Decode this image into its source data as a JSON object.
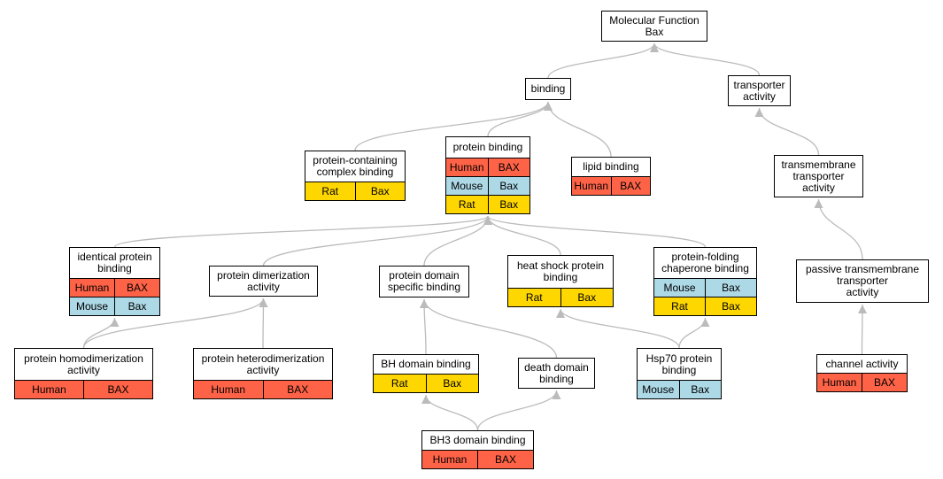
{
  "colors": {
    "human": "#FF6347",
    "mouse": "#ADD8E6",
    "rat": "#FFD700",
    "edge": "#bbbbbb"
  },
  "nodes": {
    "mf": {
      "title": "Molecular Function\nBax",
      "rows": []
    },
    "bind": {
      "title": "binding",
      "rows": []
    },
    "trans": {
      "title": "transporter\nactivity",
      "rows": []
    },
    "pccb": {
      "title": "protein-containing\ncomplex binding",
      "rows": [
        {
          "species": "Rat",
          "gene": "Bax",
          "color": "rat"
        }
      ]
    },
    "pb": {
      "title": "protein binding",
      "rows": [
        {
          "species": "Human",
          "gene": "BAX",
          "color": "human"
        },
        {
          "species": "Mouse",
          "gene": "Bax",
          "color": "mouse"
        },
        {
          "species": "Rat",
          "gene": "Bax",
          "color": "rat"
        }
      ]
    },
    "lipid": {
      "title": "lipid binding",
      "rows": [
        {
          "species": "Human",
          "gene": "BAX",
          "color": "human"
        }
      ]
    },
    "tmt": {
      "title": "transmembrane\ntransporter\nactivity",
      "rows": []
    },
    "ipb": {
      "title": "identical protein\nbinding",
      "rows": [
        {
          "species": "Human",
          "gene": "BAX",
          "color": "human"
        },
        {
          "species": "Mouse",
          "gene": "Bax",
          "color": "mouse"
        }
      ]
    },
    "pda": {
      "title": "protein dimerization\nactivity",
      "rows": []
    },
    "pdsb": {
      "title": "protein domain\nspecific binding",
      "rows": []
    },
    "hspb": {
      "title": "heat shock protein\nbinding",
      "rows": [
        {
          "species": "Rat",
          "gene": "Bax",
          "color": "rat"
        }
      ]
    },
    "pfcb": {
      "title": "protein-folding\nchaperone binding",
      "rows": [
        {
          "species": "Mouse",
          "gene": "Bax",
          "color": "mouse"
        },
        {
          "species": "Rat",
          "gene": "Bax",
          "color": "rat"
        }
      ]
    },
    "ptta": {
      "title": "passive transmembrane\ntransporter\nactivity",
      "rows": []
    },
    "phoma": {
      "title": "protein homodimerization\nactivity",
      "rows": [
        {
          "species": "Human",
          "gene": "BAX",
          "color": "human"
        }
      ]
    },
    "phetb": {
      "title": "protein heterodimerization\nactivity",
      "rows": [
        {
          "species": "Human",
          "gene": "BAX",
          "color": "human"
        }
      ]
    },
    "bhdb": {
      "title": "BH domain binding",
      "rows": [
        {
          "species": "Rat",
          "gene": "Bax",
          "color": "rat"
        }
      ]
    },
    "ddb": {
      "title": "death domain\nbinding",
      "rows": []
    },
    "hsp70": {
      "title": "Hsp70 protein\nbinding",
      "rows": [
        {
          "species": "Mouse",
          "gene": "Bax",
          "color": "mouse"
        }
      ]
    },
    "chan": {
      "title": "channel activity",
      "rows": [
        {
          "species": "Human",
          "gene": "BAX",
          "color": "human"
        }
      ]
    },
    "bh3": {
      "title": "BH3 domain binding",
      "rows": [
        {
          "species": "Human",
          "gene": "BAX",
          "color": "human"
        }
      ]
    }
  },
  "edges": [
    [
      "bind",
      "mf"
    ],
    [
      "trans",
      "mf"
    ],
    [
      "pccb",
      "bind"
    ],
    [
      "pb",
      "bind"
    ],
    [
      "lipid",
      "bind"
    ],
    [
      "tmt",
      "trans"
    ],
    [
      "ipb",
      "pb"
    ],
    [
      "pda",
      "pb"
    ],
    [
      "pdsb",
      "pb"
    ],
    [
      "hspb",
      "pb"
    ],
    [
      "pfcb",
      "pb"
    ],
    [
      "ptta",
      "tmt"
    ],
    [
      "phoma",
      "ipb"
    ],
    [
      "phoma",
      "pda"
    ],
    [
      "phetb",
      "pda"
    ],
    [
      "bhdb",
      "pdsb"
    ],
    [
      "ddb",
      "pdsb"
    ],
    [
      "hsp70",
      "hspb"
    ],
    [
      "hsp70",
      "pfcb"
    ],
    [
      "chan",
      "ptta"
    ],
    [
      "bh3",
      "bhdb"
    ],
    [
      "bh3",
      "ddb"
    ]
  ]
}
